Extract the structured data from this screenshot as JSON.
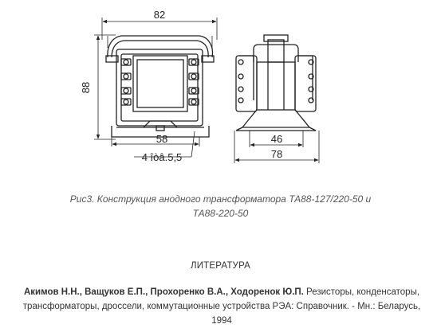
{
  "figure": {
    "dimensions": {
      "overall_width": "82",
      "height": "88",
      "base_width": "58",
      "holes": "4 îòâ.5,5",
      "side_inner": "46",
      "side_outer": "78"
    }
  },
  "caption": {
    "line1": "Рис3. Конструкция анодного трансформатора ТА88-127/220-50 и",
    "line2": "ТА88-220-50"
  },
  "literature": {
    "heading": "ЛИТЕРАТУРА",
    "authors": "Акимов Н.Н., Ващуков Е.П., Прохоренко В.А., Ходоренок Ю.П.",
    "line1_rest": " Резисторы, конденсаторы,",
    "line2": "трансформаторы, дроссели, коммутационные устройства РЭА: Справочник. - Мн.: Беларусь, 1994"
  }
}
